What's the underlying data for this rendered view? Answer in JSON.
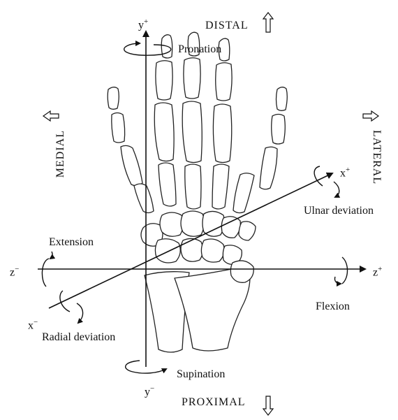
{
  "labels": {
    "distal": "DISTAL",
    "proximal": "PROXIMAL",
    "medial": "MEDIAL",
    "lateral": "LATERAL",
    "pronation": "Pronation",
    "supination": "Supination",
    "extension": "Extension",
    "flexion": "Flexion",
    "ulnar_deviation": "Ulnar deviation",
    "radial_deviation": "Radial deviation"
  },
  "axes": {
    "y_pos": "y",
    "y_pos_sign": "+",
    "y_neg": "y",
    "y_neg_sign": "−",
    "x_pos": "x",
    "x_pos_sign": "+",
    "x_neg": "x",
    "x_neg_sign": "−",
    "z_pos": "z",
    "z_pos_sign": "+",
    "z_neg": "z",
    "z_neg_sign": "−"
  },
  "colors": {
    "ink": "#111111",
    "bone_fill": "#ffffff"
  }
}
